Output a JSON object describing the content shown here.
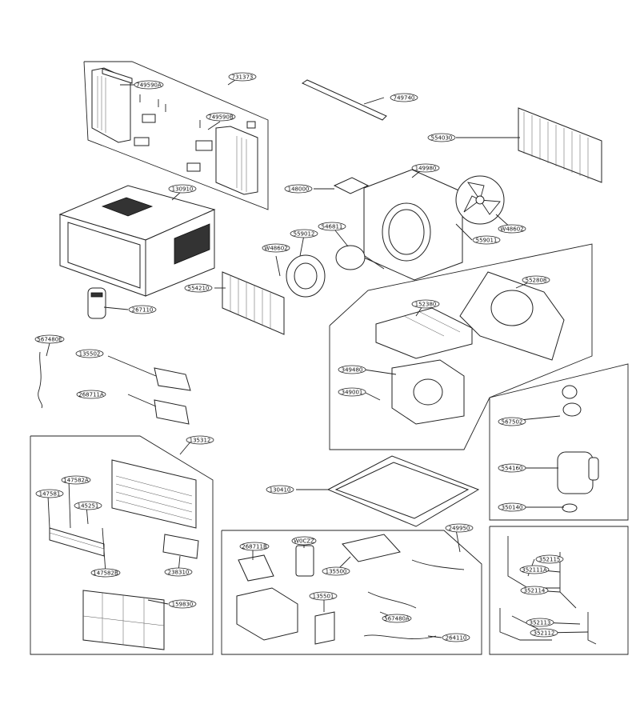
{
  "labels": {
    "p749590a": "749590A",
    "p731373": "731373",
    "p749740": "749740",
    "p749590b": "749590B",
    "p554030": "554030",
    "p149980": "149980",
    "p148000": "148000",
    "p130910": "130910",
    "p546811": "546811",
    "p559012": "559012",
    "w48602a": "W48602",
    "w48602b": "W48602",
    "p559011": "559011",
    "p552808": "552808",
    "p554210": "554210",
    "p267110": "267110",
    "p152380": "152380",
    "p567480e": "567480E",
    "p135502": "135502",
    "p349480": "349480",
    "p349001": "349001",
    "p268711a": "268711A",
    "p567502": "567502",
    "p135312": "135312",
    "p554160": "554160",
    "p147582a": "147582A",
    "p147581": "147581",
    "p145251": "145251",
    "p130410": "130410",
    "p350140": "350140",
    "p147582b": "147582B",
    "p238310": "238310",
    "p249950": "249950",
    "p268711b": "268711B",
    "w0czz": "W0CZZ",
    "p135500": "135500",
    "p159830": "159830",
    "p135501": "135501",
    "p567480a": "567480A",
    "p264110": "264110",
    "p352115": "352115",
    "p352111a": "352111A",
    "p352114": "352114",
    "p352113": "352113",
    "p352112": "352112"
  }
}
